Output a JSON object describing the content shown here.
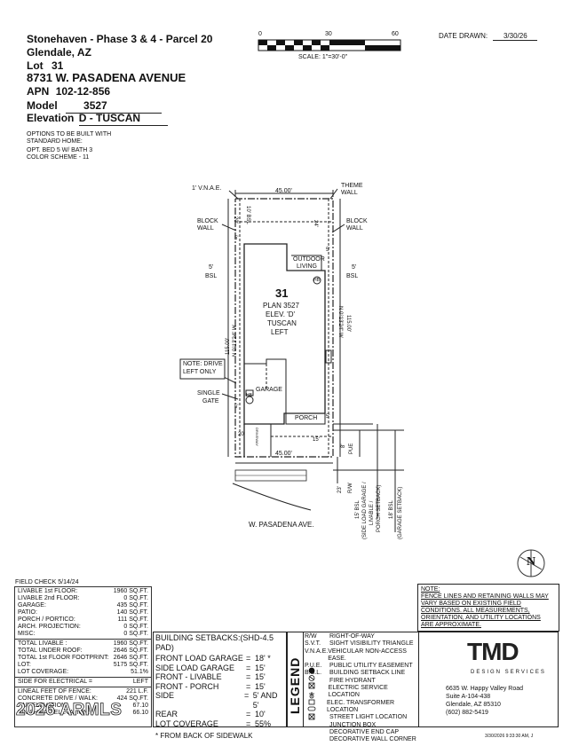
{
  "header": {
    "subdivision": "Stonehaven - Phase 3 & 4 - Parcel 20",
    "city": "Glendale, AZ",
    "lot_label": "Lot",
    "lot_value": "31",
    "address": "8731 W. PASADENA AVENUE",
    "apn_label": "APN",
    "apn_value": "102-12-856",
    "model_label": "Model",
    "model_value": "3527",
    "elevation_label": "Elevation",
    "elevation_value": "D - TUSCAN"
  },
  "options": {
    "title1": "OPTIONS TO BE BUILT WITH",
    "title2": "STANDARD HOME:",
    "line1": "OPT. BED 5 W/ BATH 3",
    "line2": "COLOR SCHEME - 11"
  },
  "scale": {
    "tick0": "0",
    "tick30": "30",
    "tick60": "60",
    "label": "SCALE: 1\"=30'-0\""
  },
  "date": {
    "label": "DATE DRAWN:",
    "value": "3/30/26"
  },
  "plan": {
    "lot_number": "31",
    "plan_line": "PLAN 3527",
    "elev_line": "ELEV. 'D'",
    "style_line": "TUSCAN",
    "hand_line": "LEFT",
    "vnae": "1' V.N.A.E.",
    "theme_wall1": "THEME",
    "theme_wall2": "WALL",
    "block_wall1": "BLOCK",
    "block_wall2": "WALL",
    "width_top": "45.00'",
    "width_bottom": "45.00'",
    "depth_left": "115.00'",
    "bearing_left": "N 0°13'24\" W",
    "depth_right": "115.00'",
    "bearing_right": "N 0°13'24\" W",
    "bsl_top": "10' BSL",
    "top_20": "20'",
    "top_24": "24'",
    "side_5": "5'",
    "bsl_left_5": "5'",
    "bsl_left_label": "BSL",
    "bsl_right_5": "5'",
    "bsl_right_label": "BSL",
    "outdoor1": "OUTDOOR",
    "outdoor2": "LIVING",
    "hb": "HB",
    "garage": "GARAGE",
    "porch": "PORCH",
    "driveway": "DRIVEWAY",
    "note1": "NOTE: DRIVE",
    "note2": "LEFT ONLY",
    "single_gate1": "SINGLE",
    "single_gate2": "GATE",
    "front_20": "20'",
    "front_15": "15'",
    "pue_8": "8'",
    "pue": "PUE",
    "rw_23": "23'",
    "rw": "R/W",
    "bsl15_a": "15' BSL",
    "bsl15_b": "(SIDE LOAD GARAGE /",
    "bsl15_c": "LIVABLE /",
    "bsl15_d": "PORCH SETBACK)",
    "bsl18_a": "18' BSL",
    "bsl18_b": "(GARAGE SETBACK)",
    "street": "W. PASADENA AVE.",
    "north": "N"
  },
  "notes": {
    "title": "NOTE:",
    "body": [
      "FENCE LINES AND RETAINING WALLS MAY",
      "VARY BASED ON EXISTING FIELD",
      "CONDITIONS. ALL MEASUREMENTS,",
      "ORIENTATION, AND UTILITY LOCATIONS",
      "ARE APPROXIMATE."
    ]
  },
  "field_check": "FIELD CHECK 5/14/24",
  "areas": [
    {
      "k": "LIVABLE 1st FLOOR:",
      "v": "1960 SQ.FT."
    },
    {
      "k": "LIVABLE 2nd FLOOR:",
      "v": "0 SQ.FT."
    },
    {
      "k": "GARAGE:",
      "v": "435 SQ.FT."
    },
    {
      "k": "PATIO:",
      "v": "140 SQ.FT."
    },
    {
      "k": "PORCH / PORTICO:",
      "v": "111 SQ.FT."
    },
    {
      "k": "ARCH. PROJECTION:",
      "v": "0 SQ.FT."
    },
    {
      "k": "MISC:",
      "v": "0 SQ.FT."
    }
  ],
  "totals": [
    {
      "k": "TOTAL LIVABLE :",
      "v": "1960 SQ.FT."
    },
    {
      "k": "TOTAL UNDER ROOF:",
      "v": "2646 SQ.FT."
    },
    {
      "k": "TOTAL 1st FLOOR FOOTPRINT:",
      "v": "2646 SQ.FT."
    },
    {
      "k": "LOT:",
      "v": "5175 SQ.FT."
    },
    {
      "k": "LOT COVERAGE:",
      "v": "51.1%"
    }
  ],
  "electrical": {
    "k": "SIDE FOR ELECTRICAL =",
    "v": "LEFT"
  },
  "fence": [
    {
      "k": "LINEAL FEET OF FENCE:",
      "v": "221 L.F."
    },
    {
      "k": "CONCRETE DRIVE / WALK:",
      "v": "424 SQ.FT."
    },
    {
      "k": "PAD ELEVATION:",
      "v": "67.10"
    },
    {
      "k": "FINISH PAD ELEVATION:",
      "v": "66.10"
    }
  ],
  "setbacks": {
    "title": "BUILDING SETBACKS:(SHD-4.5 PAD)",
    "rows": [
      {
        "k": "FRONT LOAD GARAGE",
        "eq": "=",
        "v": "18' *"
      },
      {
        "k": "SIDE LOAD GARAGE",
        "eq": "=",
        "v": "15'"
      },
      {
        "k": "FRONT - LIVABLE",
        "eq": "=",
        "v": "15'"
      },
      {
        "k": "FRONT - PORCH",
        "eq": "=",
        "v": "15'"
      },
      {
        "k": "SIDE",
        "eq": "=",
        "v": "5' AND 5'"
      },
      {
        "k": "REAR",
        "eq": "=",
        "v": "10'"
      },
      {
        "k": "LOT COVERAGE",
        "eq": "=",
        "v": "55%"
      }
    ],
    "footnote": "* FROM BACK OF SIDEWALK"
  },
  "legend": {
    "title": "LEGEND",
    "rows": [
      {
        "k": "R/W",
        "v": "RIGHT-OF-WAY"
      },
      {
        "k": "S.V.T.",
        "v": "SIGHT VISIBILITY TRIANGLE"
      },
      {
        "k": "V.N.A.E.",
        "v": "VEHICULAR NON-ACCESS EASE."
      },
      {
        "k": "P.U.E.",
        "v": "PUBLIC UTILITY EASEMENT"
      },
      {
        "k": "B.S.L.",
        "v": "BUILDING SETBACK LINE"
      },
      {
        "k": "",
        "v": "FIRE HYDRANT"
      },
      {
        "k": "",
        "v": "ELECTRIC SERVICE LOCATION"
      },
      {
        "k": "",
        "v": "ELEC. TRANSFORMER LOCATION"
      },
      {
        "k": "",
        "v": "STREET LIGHT LOCATION"
      },
      {
        "k": "",
        "v": "JUNCTION BOX"
      },
      {
        "k": "",
        "v": "DECORATIVE END CAP"
      },
      {
        "k": "",
        "v": "DECORATIVE WALL CORNER"
      }
    ]
  },
  "company": {
    "logo": "TMD",
    "tagline": "DESIGN SERVICES",
    "addr1": "6635 W. Happy Valley Road",
    "addr2": "Suite A-104-438",
    "addr3": "Glendale, AZ 85310",
    "phone": "(602) 882-5419"
  },
  "watermark": "2026 ARMLS",
  "timestamp": "3/30/2026 9:33:30 AM, J"
}
